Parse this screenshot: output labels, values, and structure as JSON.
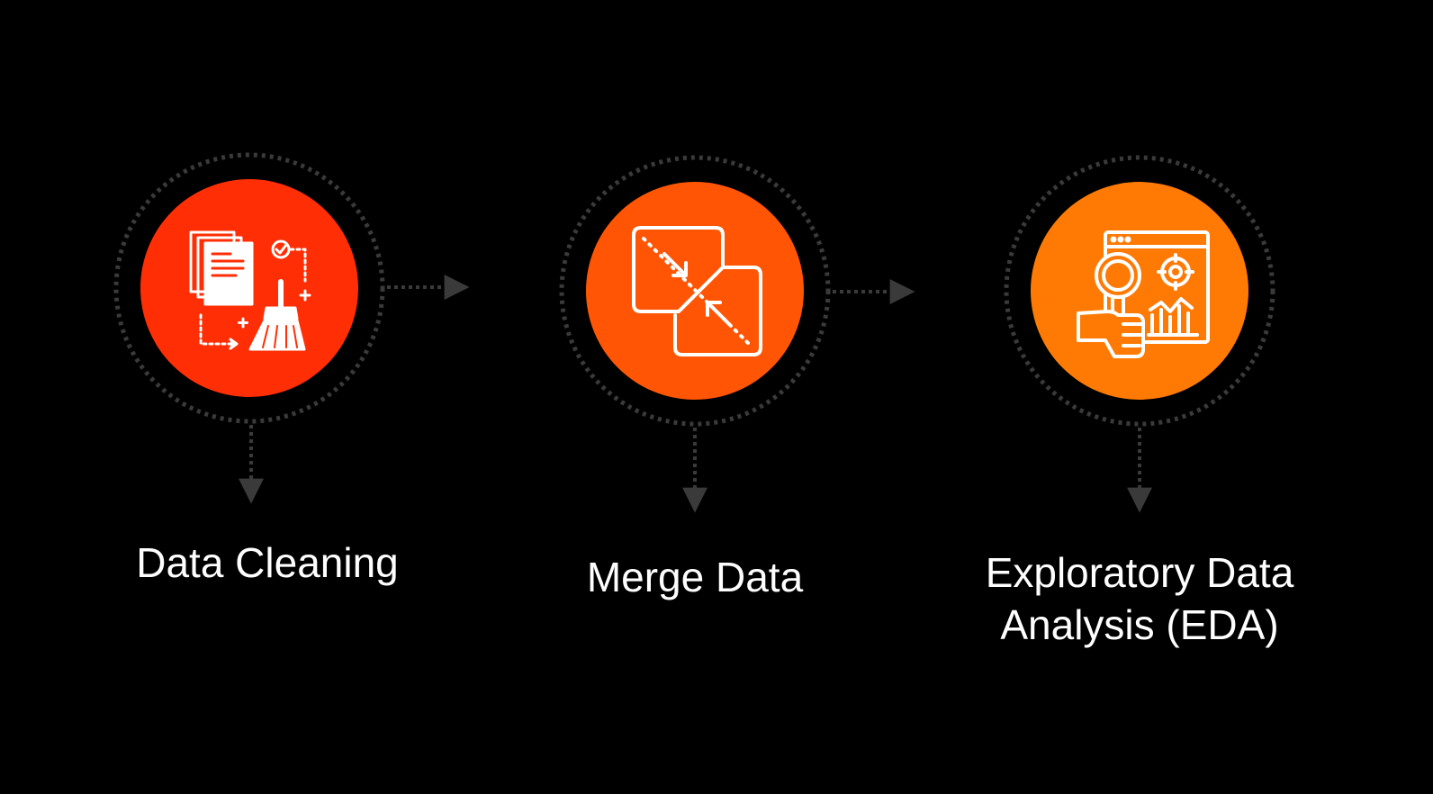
{
  "steps": [
    {
      "id": "data-cleaning",
      "label_lines": [
        "Data Cleaning"
      ],
      "color": "#ff2e05",
      "icon": "cleaning-broom-documents-icon"
    },
    {
      "id": "merge-data",
      "label_lines": [
        "Merge Data"
      ],
      "color": "#ff5505",
      "icon": "merge-squares-icon"
    },
    {
      "id": "eda",
      "label_lines": [
        "Exploratory Data",
        "Analysis (EDA)"
      ],
      "color": "#ff7a05",
      "icon": "magnifier-analytics-icon"
    }
  ],
  "colors": {
    "background": "#000000",
    "dotted_ring": "#3a3a3a",
    "connector": "#3a3a3a",
    "icon_stroke": "#ffffff",
    "text": "#ffffff"
  }
}
